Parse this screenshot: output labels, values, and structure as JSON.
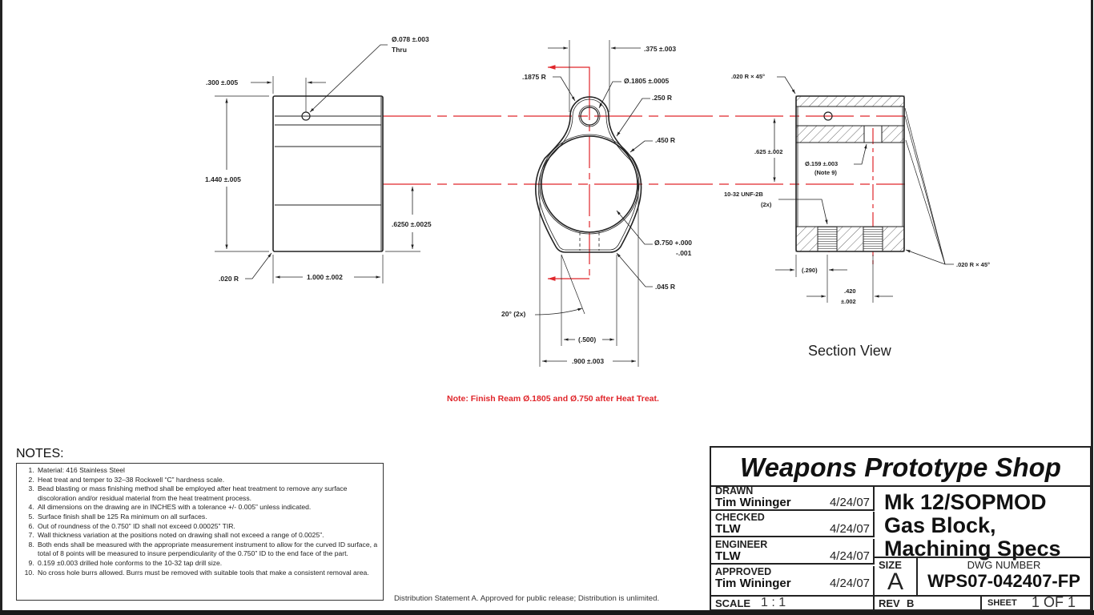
{
  "drawing": {
    "front_view": {
      "callouts": {
        "hole": "Ø.078 ±.003",
        "hole_sub": "Thru",
        "hole_offset": ".300 ±.005",
        "height": "1.440 ±.005",
        "gas_port_height": ".6250 ±.0025",
        "corner_radius": ".020 R",
        "width": "1.000 ±.002"
      }
    },
    "end_view": {
      "callouts": {
        "lug_width": ".375 ±.003",
        "lug_radius": ".1875 R",
        "lug_bore": "Ø.1805 ±.0005",
        "fillet_radius": ".250 R",
        "body_radius": ".450 R",
        "main_bore": "Ø.750 +.000",
        "main_bore_tol": "-.001",
        "edge_radius": ".045 R",
        "angle": "20° (2x)",
        "flat_width": "(.500)",
        "overall_width": ".900 ±.003"
      }
    },
    "section_view": {
      "title": "Section View",
      "callouts": {
        "chamfer_top": ".020 R × 45°",
        "center_distance": ".625 ±.002",
        "drill_hole": "Ø.159 ±.003",
        "drill_note": "(Note 9)",
        "thread": "10-32 UNF-2B",
        "thread_qty": "(2x)",
        "thread_offset": "(.290)",
        "thread_spacing": ".420",
        "thread_spacing_tol": "±.002",
        "chamfer_bottom": ".020 R × 45°"
      }
    },
    "red_note": "Note: Finish Ream Ø.1805 and Ø.750 after Heat Treat.",
    "colors": {
      "centerline": "#e0262b",
      "linework": "#222222"
    }
  },
  "notes": {
    "title": "NOTES:",
    "items": [
      "Material: 416 Stainless Steel",
      "Heat treat and temper to 32–38 Rockwell “C” hardness scale.",
      "Bead blasting or mass finishing method shall be employed after heat treatment to remove any surface discoloration and/or residual material from the heat treatment process.",
      "All dimensions on the drawing are in INCHES with a tolerance +/- 0.005” unless indicated.",
      "Surface finish shall be 125 Ra minimum on all surfaces.",
      "Out of roundness of the 0.750” ID shall not exceed 0.00025” TIR.",
      "Wall thickness variation at the positions noted on drawing shall not exceed a range of 0.0025”.",
      "Both ends shall be measured with the appropriate measurement instrument to allow for the curved ID surface, a total of 8 points will be measured to insure perpendicularity of the 0.750” ID to the end face of the part.",
      "0.159 ±0.003 drilled hole conforms to the 10-32 tap drill size.",
      "No cross hole burrs allowed.  Burrs must be removed with suitable tools that make a consistent removal area."
    ]
  },
  "distribution": "Distribution Statement A. Approved for public release; Distribution is unlimited.",
  "title_block": {
    "company": "Weapons Prototype Shop",
    "signoffs": [
      {
        "role": "DRAWN",
        "name": "Tim Wininger",
        "date": "4/24/07"
      },
      {
        "role": "CHECKED",
        "name": "TLW",
        "date": "4/24/07"
      },
      {
        "role": "ENGINEER",
        "name": "TLW",
        "date": "4/24/07"
      },
      {
        "role": "APPROVED",
        "name": "Tim Wininger",
        "date": "4/24/07"
      }
    ],
    "title_lines": [
      "Mk 12/SOPMOD",
      "Gas Block,",
      "Machining Specs"
    ],
    "size_label": "SIZE",
    "size": "A",
    "dwg_label": "DWG NUMBER",
    "dwg_number": "WPS07-042407-FP",
    "scale_label": "SCALE",
    "scale": "1 : 1",
    "rev_label": "REV",
    "rev": "B",
    "sheet_label": "SHEET",
    "sheet": "1 OF 1"
  }
}
